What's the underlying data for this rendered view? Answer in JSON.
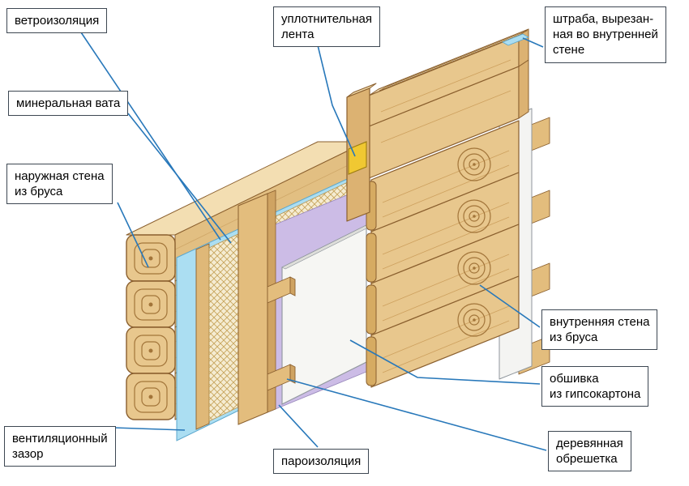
{
  "labels": [
    {
      "id": "wind-barrier",
      "text": "ветроизоляция",
      "lines": [
        "ветроизоляция"
      ]
    },
    {
      "id": "mineral-wool",
      "text": "минеральная вата",
      "lines": [
        "минеральная вата"
      ]
    },
    {
      "id": "outer-wall",
      "text": "наружная стена из бруса",
      "lines": [
        "наружная стена",
        "из бруса"
      ]
    },
    {
      "id": "ventilation-gap",
      "text": "вентиляционный зазор",
      "lines": [
        "вентиляционный",
        "зазор"
      ]
    },
    {
      "id": "sealing-tape",
      "text": "уплотнительная лента",
      "lines": [
        "уплотнительная",
        "лента"
      ]
    },
    {
      "id": "vapor-barrier",
      "text": "пароизоляция",
      "lines": [
        "пароизоляция"
      ]
    },
    {
      "id": "groove",
      "text": "штраба, вырезанная во внутренней стене",
      "lines": [
        "штраба, вырезан-",
        "ная во внутренней",
        "стене"
      ]
    },
    {
      "id": "inner-wall",
      "text": "внутренняя стена из бруса",
      "lines": [
        "внутренняя стена",
        "из бруса"
      ]
    },
    {
      "id": "drywall",
      "text": "обшивка из гипсокартона",
      "lines": [
        "обшивка",
        "из гипсокартона"
      ]
    },
    {
      "id": "lathing",
      "text": "деревянная обрешетка",
      "lines": [
        "деревянная",
        "обрешетка"
      ]
    }
  ],
  "colors": {
    "leader_line": "#2878ba",
    "wood_light": "#e8c78d",
    "wood_mid": "#e2bf82",
    "wood_top_face": "#f3deb2",
    "wood_edge": "#8a5f2e",
    "wind_barrier_blue": "#abdef2",
    "mineral_wool_cream": "#f5ecd2",
    "vapor_barrier_purple": "#ccbce6",
    "gypsum_white": "#f6f6f3",
    "sealing_tape_yellow": "#f0c832",
    "background": "#ffffff"
  }
}
